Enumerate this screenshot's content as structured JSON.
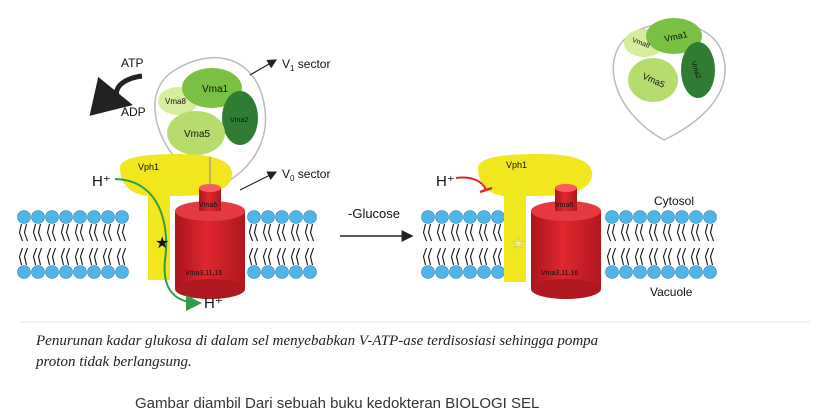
{
  "labels": {
    "atp": "ATP",
    "adp": "ADP",
    "v1_sector": "V",
    "v1_sub": "1",
    "v1_suffix": " sector",
    "v0_sector": "V",
    "v0_sub": "0",
    "v0_suffix": " sector",
    "h_plus_left": "H⁺",
    "h_plus_bottom": "H⁺",
    "h_plus_right": "H⁺",
    "glucose": "-Glucose",
    "cytosol": "Cytosol",
    "vacuole": "Vacuole"
  },
  "subunits": {
    "vma1": "Vma1",
    "vma2": "Vma2",
    "vma8": "Vma8",
    "vma5": "Vma5",
    "vph1": "Vph1",
    "vma6": "Vma6",
    "vma3": "Vma3,11,16"
  },
  "caption": {
    "line1": "Penurunan kadar glukosa di dalam sel menyebabkan V-ATP-ase terdisosiasi sehingga pompa",
    "line2": "proton tidak berlangsung."
  },
  "footer": {
    "text": "Gambar diambil Dari sebuah buku kedokteran BIOLOGI SEL"
  },
  "colors": {
    "yellow": "#f2e61e",
    "red": "#d9232b",
    "dark_red": "#9e1419",
    "lipid_head": "#4fb5e8",
    "green_light": "#c8e68c",
    "green_mid": "#7ac143",
    "green_dark": "#2f7d32",
    "arrow_green": "#2e9e4a",
    "inhibit_red": "#d9232b"
  }
}
